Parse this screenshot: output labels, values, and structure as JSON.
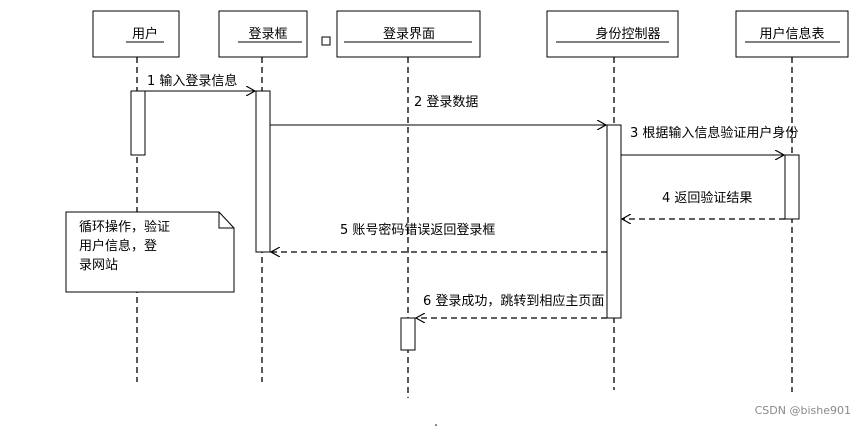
{
  "participants": [
    {
      "id": "user",
      "name": "用户"
    },
    {
      "id": "login_box",
      "name": "登录框"
    },
    {
      "id": "login_ui",
      "name": "登录界面"
    },
    {
      "id": "auth_ctrl",
      "name": "身份控制器"
    },
    {
      "id": "user_table",
      "name": "用户信息表"
    }
  ],
  "messages": [
    {
      "id": "m1",
      "label": "1 输入登录信息",
      "from": "user",
      "to": "login_box",
      "style": "solid"
    },
    {
      "id": "m2",
      "label": "2 登录数据",
      "from": "login_box",
      "to": "auth_ctrl",
      "style": "solid"
    },
    {
      "id": "m3",
      "label": "3 根据输入信息验证用户身份",
      "from": "auth_ctrl",
      "to": "user_table",
      "style": "solid"
    },
    {
      "id": "m4",
      "label": "4 返回验证结果",
      "from": "user_table",
      "to": "auth_ctrl",
      "style": "dashed"
    },
    {
      "id": "m5",
      "label": "5 账号密码错误返回登录框",
      "from": "auth_ctrl",
      "to": "login_box",
      "style": "dashed"
    },
    {
      "id": "m6",
      "label": "6 登录成功，跳转到相应主页面",
      "from": "auth_ctrl",
      "to": "login_ui",
      "style": "dashed"
    }
  ],
  "note": {
    "text": "循环操作，验证\n用户信息，登\n录网站"
  },
  "watermark": "CSDN @bishe901"
}
